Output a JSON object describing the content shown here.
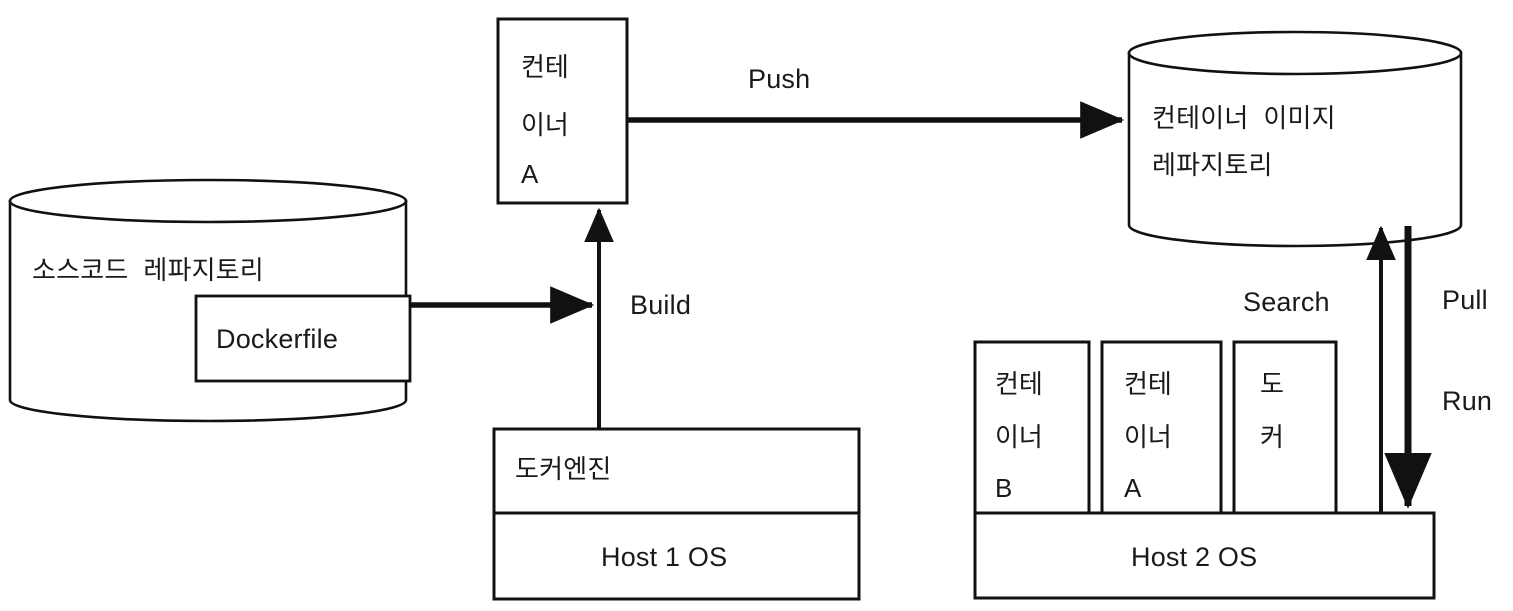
{
  "diagram": {
    "title": "Docker container build / push / pull workflow",
    "stroke_color": "#111111",
    "background_color": "#ffffff"
  },
  "nodes": {
    "source_repo": {
      "label": "소스코드  레파지토리",
      "shape": "cylinder"
    },
    "dockerfile": {
      "label": "Dockerfile",
      "shape": "rect"
    },
    "container_a_built": {
      "line1": "컨테",
      "line2": "이너",
      "line3": "A",
      "shape": "rect"
    },
    "image_repo": {
      "line1": "컨테이너  이미지",
      "line2": "레파지토리",
      "shape": "cylinder"
    },
    "docker_engine": {
      "label": "도커엔진",
      "shape": "rect"
    },
    "host1_os": {
      "label": "Host 1 OS",
      "shape": "rect"
    },
    "host2_os": {
      "label": "Host 2 OS",
      "shape": "rect"
    },
    "container_b": {
      "line1": "컨테",
      "line2": "이너",
      "line3": "B",
      "shape": "rect"
    },
    "container_a_running": {
      "line1": "컨테",
      "line2": "이너",
      "line3": "A",
      "shape": "rect"
    },
    "docker_runtime": {
      "line1": "도",
      "line2": "커",
      "shape": "rect"
    }
  },
  "edges": {
    "push": {
      "label": "Push",
      "direction": "right"
    },
    "build": {
      "label": "Build",
      "direction": "up"
    },
    "search": {
      "label": "Search",
      "direction": "up"
    },
    "pull": {
      "label": "Pull",
      "direction": "down"
    },
    "run": {
      "label": "Run",
      "direction": "down"
    }
  }
}
